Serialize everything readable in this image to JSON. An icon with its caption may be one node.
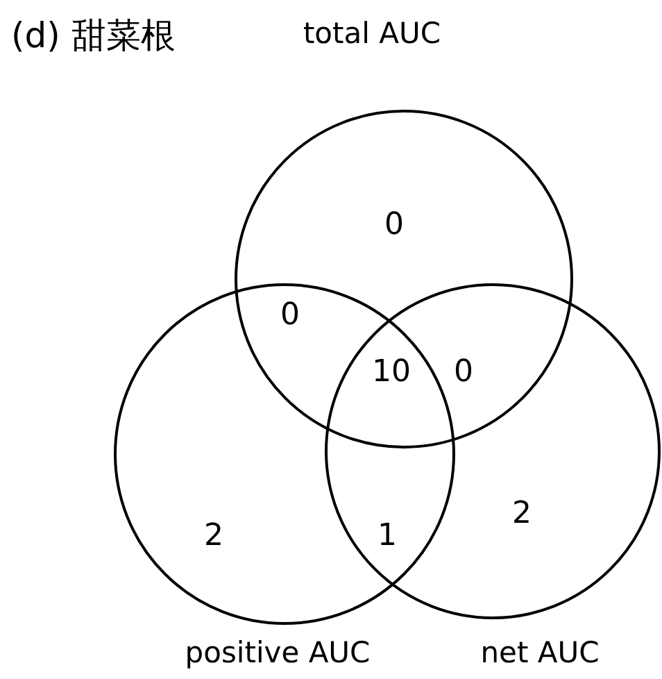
{
  "diagram": {
    "title": "(d) 甜菜根",
    "nodes": [
      {
        "text": [
          "total AUC"
        ]
      },
      {
        "text": [
          "positive AUC"
        ]
      },
      {
        "text": [
          "net AUC"
        ]
      }
    ],
    "labels": [
      "0",
      "0",
      "10",
      "0",
      "2",
      "1",
      "2"
    ]
  }
}
